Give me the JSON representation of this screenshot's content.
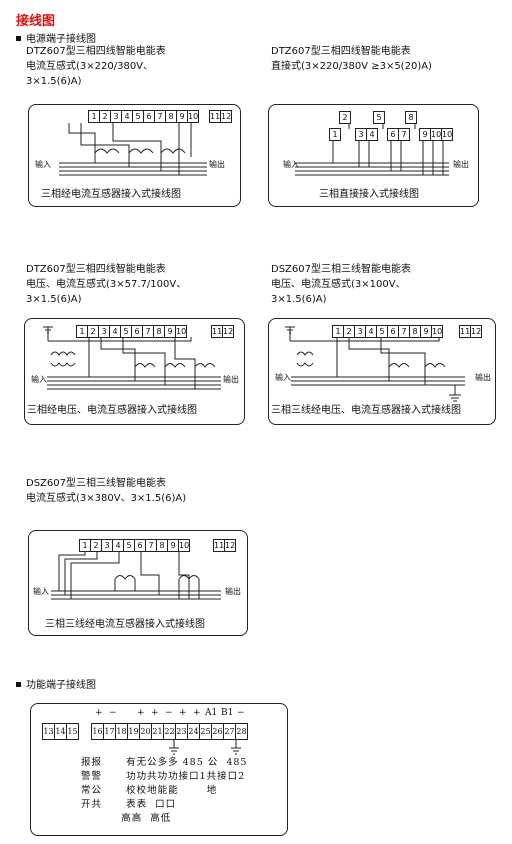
{
  "page_title": "接线图",
  "section_power": "电源端子接线图",
  "section_function": "功能端子接线图",
  "diagrams": [
    {
      "line1": "DTZ607型三相四线智能电能表",
      "line2": "电流互感式(3×220/380V、",
      "line3": "3×1.5(6)A)",
      "caption": "三相经电流互感器接入式接线图",
      "terminals": [
        "1",
        "2",
        "3",
        "4",
        "5",
        "6",
        "7",
        "8",
        "9",
        "10"
      ],
      "aux": [
        "11",
        "12"
      ],
      "in_label": "输入",
      "out_label": "输出"
    },
    {
      "line1": "DTZ607型三相四线智能电能表",
      "line2": "直接式(3×220/380V  ≥3×5(20)A)",
      "line3": "",
      "caption": "三相直接接入式接线图",
      "top_terminals": [
        "2",
        "5",
        "8"
      ],
      "terminals": [
        "1",
        "3",
        "4",
        "6",
        "7",
        "9",
        "10",
        "10"
      ],
      "in_label": "输入",
      "out_label": "输出"
    },
    {
      "line1": "DTZ607型三相四线智能电能表",
      "line2": "电压、电流互感式(3×57.7/100V、",
      "line3": "3×1.5(6)A)",
      "caption": "三相经电压、电流互感器接入式接线图",
      "terminals": [
        "1",
        "2",
        "3",
        "4",
        "5",
        "6",
        "7",
        "8",
        "9",
        "10"
      ],
      "aux": [
        "11",
        "12"
      ],
      "in_label": "输入",
      "out_label": "输出"
    },
    {
      "line1": "DSZ607型三相三线智能电能表",
      "line2": "电压、电流互感式(3×100V、",
      "line3": "3×1.5(6)A)",
      "caption": "三相三线经电压、电流互感器接入式接线图",
      "terminals": [
        "1",
        "2",
        "3",
        "4",
        "5",
        "6",
        "7",
        "8",
        "9",
        "10"
      ],
      "aux": [
        "11",
        "12"
      ],
      "in_label": "输入",
      "out_label": "输出"
    },
    {
      "line1": "DSZ607型三相三线智能电能表",
      "line2": "电流互感式(3×380V、3×1.5(6)A)",
      "line3": "",
      "caption": "三相三线经电流互感器接入式接线图",
      "terminals": [
        "1",
        "2",
        "3",
        "4",
        "5",
        "6",
        "7",
        "8",
        "9",
        "10"
      ],
      "aux": [
        "11",
        "12"
      ],
      "in_label": "输入",
      "out_label": "输出"
    }
  ],
  "function_terminals": {
    "numbers": [
      "13",
      "14",
      "15",
      "16",
      "17",
      "18",
      "19",
      "20",
      "21",
      "22",
      "23",
      "24",
      "25",
      "26",
      "27",
      "28"
    ],
    "signs": [
      "+",
      "−",
      "+",
      "+",
      "−",
      "+",
      "+",
      "A1",
      "B1",
      "−"
    ],
    "desc_rows": [
      "报报      有无公多多 485 公  485",
      "警警      功功共功功接口1共接口2",
      "常公      校校地能能       地",
      "开共      表表  口口",
      "          高高  高低"
    ]
  }
}
